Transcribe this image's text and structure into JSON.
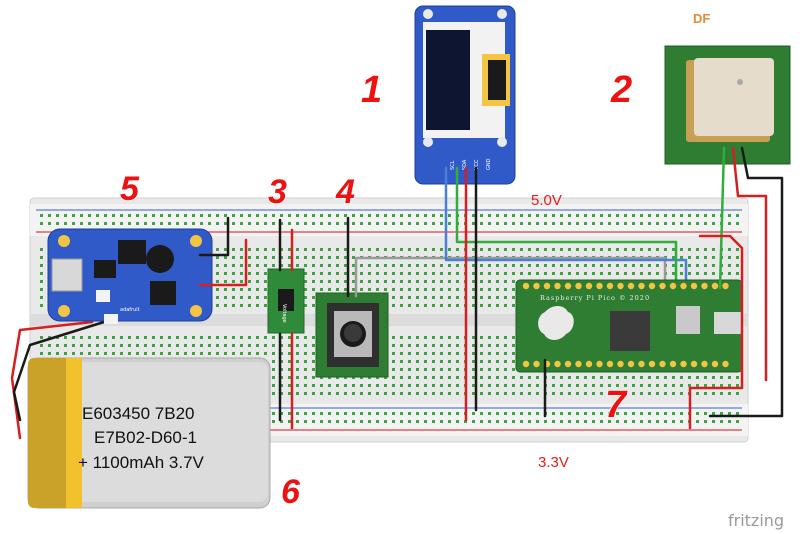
{
  "labels": {
    "n1": "1",
    "n2": "2",
    "n3": "3",
    "n4": "4",
    "n5": "5",
    "n6": "6",
    "n7": "7"
  },
  "voltages": {
    "top": "5.0V",
    "bottom": "3.3V"
  },
  "gps": {
    "brand": "DF"
  },
  "pico": {
    "name": "Raspberry Pi Pico © 2020"
  },
  "oled": {
    "pins": [
      "SCL",
      "SDA",
      "VCC",
      "GND"
    ]
  },
  "voltage_module": {
    "label": "Voltage"
  },
  "charger": {
    "brand": "adafruit"
  },
  "battery": {
    "line1": "E603450 7B20",
    "line2": "E7B02-D60-1",
    "line3": "+ 1100mAh 3.7V"
  },
  "footer": {
    "logo": "fritzing"
  },
  "colors": {
    "wire_red": "#d42020",
    "wire_black": "#1a1a1a",
    "wire_green": "#2fae3a",
    "wire_blue": "#4a7fd6",
    "wire_gray": "#9a9a9a",
    "board_green": "#2f7d32",
    "label_red": "#ee1111"
  }
}
